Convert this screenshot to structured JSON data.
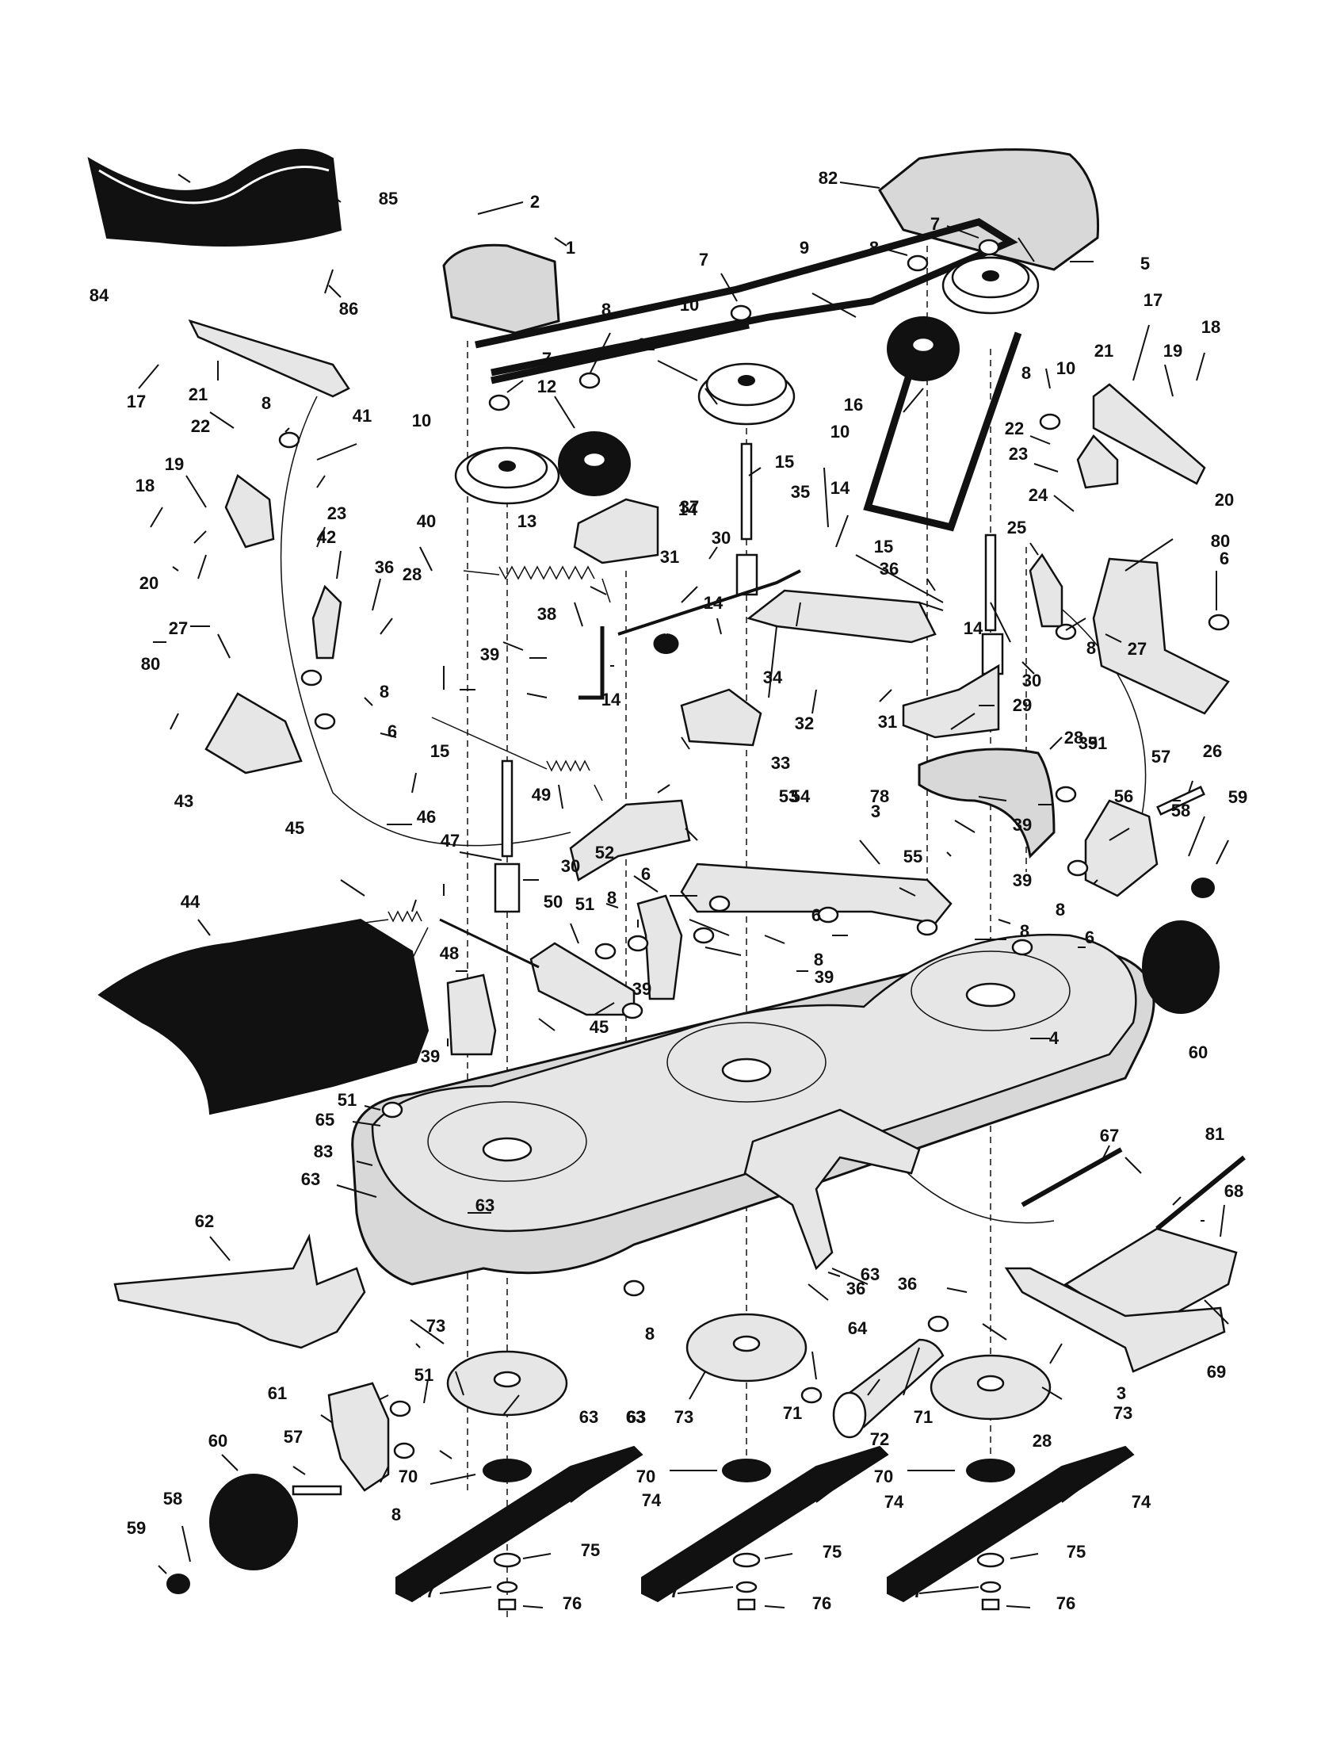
{
  "labels": {
    "l1": "1",
    "l2": "2",
    "l3a": "3",
    "l3b": "3",
    "l4": "4",
    "l5": "5",
    "l6a": "6",
    "l6b": "6",
    "l6c": "6",
    "l6d": "6",
    "l6e": "6",
    "l7a": "7",
    "l7b": "7",
    "l7c": "7",
    "l8a": "8",
    "l8b": "8",
    "l8c": "8",
    "l8d": "8",
    "l8e": "8",
    "l8f": "8",
    "l8g": "8",
    "l8h": "8",
    "l8i": "8",
    "l8j": "8",
    "l8k": "8",
    "l8l": "8",
    "l9": "9",
    "l10a": "10",
    "l10b": "10",
    "l10c": "10",
    "l10d": "10",
    "l11": "11",
    "l12": "12",
    "l13": "13",
    "l14a": "14",
    "l14b": "14",
    "l14c": "14",
    "l14d": "14",
    "l14e": "14",
    "l15a": "15",
    "l15b": "15",
    "l15c": "15",
    "l16": "16",
    "l17a": "17",
    "l17b": "17",
    "l18a": "18",
    "l18b": "18",
    "l19a": "19",
    "l19b": "19",
    "l20a": "20",
    "l20b": "20",
    "l21a": "21",
    "l21b": "21",
    "l22a": "22",
    "l22b": "22",
    "l23a": "23",
    "l23b": "23",
    "l24": "24",
    "l25": "25",
    "l26": "26",
    "l27a": "27",
    "l27b": "27",
    "l28a": "28",
    "l28b": "28",
    "l28c": "28",
    "l29": "29",
    "l30a": "30",
    "l30b": "30",
    "l30c": "30",
    "l31a": "31",
    "l31b": "31",
    "l32": "32",
    "l33": "33",
    "l34": "34",
    "l35": "35",
    "l36a": "36",
    "l36b": "36",
    "l36c": "36",
    "l36d": "36",
    "l37": "37",
    "l38": "38",
    "l39a": "39",
    "l39b": "39",
    "l39c": "39",
    "l39d": "39",
    "l39e": "39",
    "l39f": "39",
    "l39g": "39",
    "l40": "40",
    "l41": "41",
    "l42": "42",
    "l43": "43",
    "l44": "44",
    "l45a": "45",
    "l45b": "45",
    "l46": "46",
    "l47": "47",
    "l48": "48",
    "l49": "49",
    "l50": "50",
    "l51a": "51",
    "l51b": "51",
    "l51c": "51",
    "l51d": "51",
    "l52": "52",
    "l53": "53",
    "l54": "54",
    "l55": "55",
    "l56": "56",
    "l57a": "57",
    "l57b": "57",
    "l58a": "58",
    "l58b": "58",
    "l59a": "59",
    "l59b": "59",
    "l60a": "60",
    "l60b": "60",
    "l61": "61",
    "l62": "62",
    "l63a": "63",
    "l63b": "63",
    "l63c": "63",
    "l63d": "63",
    "l63e": "63",
    "l63f": "63",
    "l64": "64",
    "l65": "65",
    "l67": "67",
    "l68": "68",
    "l69": "69",
    "l70a": "70",
    "l70b": "70",
    "l70c": "70",
    "l71a": "71",
    "l71b": "71",
    "l72": "72",
    "l73a": "73",
    "l73b": "73",
    "l73c": "73",
    "l74a": "74",
    "l74b": "74",
    "l74c": "74",
    "l75a": "75",
    "l75b": "75",
    "l75c": "75",
    "l76a": "76",
    "l76b": "76",
    "l76c": "76",
    "l77a": "77",
    "l77b": "77",
    "l77c": "77",
    "l78": "78",
    "l80a": "80",
    "l80b": "80",
    "l81": "81",
    "l82": "82",
    "l83": "83",
    "l84": "84",
    "l85": "85",
    "l86": "86"
  }
}
